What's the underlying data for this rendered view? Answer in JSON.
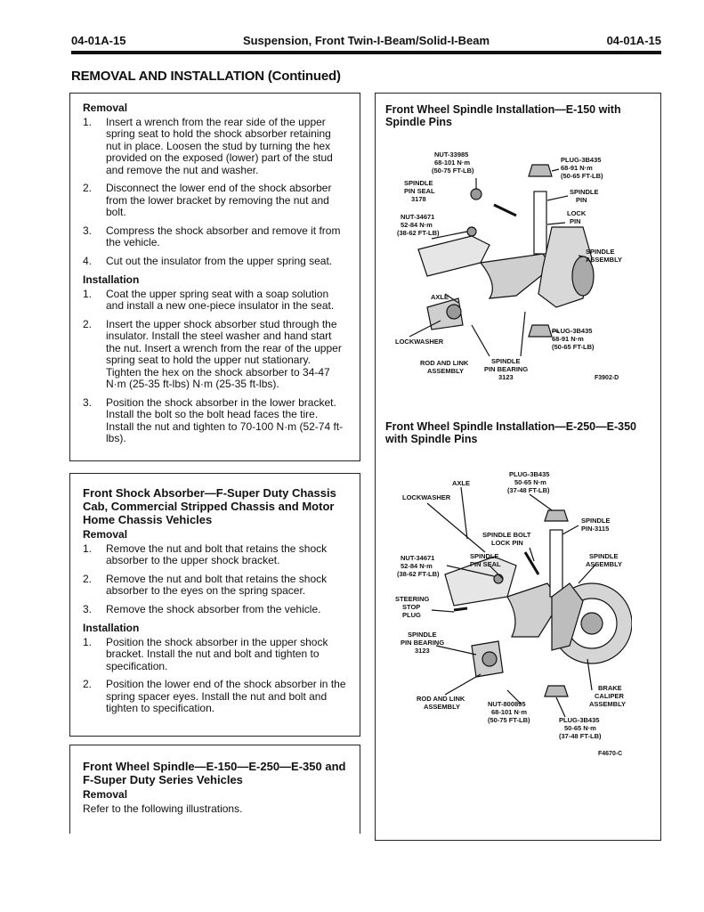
{
  "header": {
    "page_left": "04-01A-15",
    "title": "Suspension, Front Twin-I-Beam/Solid-I-Beam",
    "page_right": "04-01A-15"
  },
  "section_title": "REMOVAL AND INSTALLATION (Continued)",
  "box1": {
    "removal_heading": "Removal",
    "removal_steps": [
      {
        "num": "1.",
        "text": "Insert a wrench from the rear side of the upper spring seat to hold the shock absorber retaining nut in place. Loosen the stud by turning the hex provided on the exposed (lower) part of the stud and remove the nut and washer."
      },
      {
        "num": "2.",
        "text": "Disconnect the lower end of the shock absorber from the lower bracket by removing the nut and bolt."
      },
      {
        "num": "3.",
        "text": "Compress the shock absorber and remove it from the vehicle."
      },
      {
        "num": "4.",
        "text": "Cut out the insulator from the upper spring seat."
      }
    ],
    "installation_heading": "Installation",
    "installation_steps": [
      {
        "num": "1.",
        "text": "Coat the upper spring seat with a soap solution and install a new one-piece insulator in the seat."
      },
      {
        "num": "2.",
        "text": "Insert the upper shock absorber stud through the insulator. Install the steel washer and hand start the nut. Insert a wrench from the rear of the upper spring seat to hold the upper nut stationary. Tighten the hex on the shock absorber to 34-47 N·m (25-35 ft-lbs) N·m (25-35 ft-lbs)."
      },
      {
        "num": "3.",
        "text": "Position the shock absorber in the lower bracket. Install the bolt so the bolt head faces the tire. Install the nut and tighten to 70-100 N·m (52-74 ft-lbs)."
      }
    ]
  },
  "box2": {
    "heading": "Front Shock Absorber—F-Super Duty Chassis Cab, Commercial Stripped Chassis and Motor Home Chassis Vehicles",
    "removal_heading": "Removal",
    "removal_steps": [
      {
        "num": "1.",
        "text": "Remove the nut and bolt that retains the shock absorber to the upper shock bracket."
      },
      {
        "num": "2.",
        "text": "Remove the nut and bolt that retains the shock absorber to the eyes on the spring spacer."
      },
      {
        "num": "3.",
        "text": "Remove the shock absorber from the vehicle."
      }
    ],
    "installation_heading": "Installation",
    "installation_steps": [
      {
        "num": "1.",
        "text": "Position the shock absorber in the upper shock bracket. Install the nut and bolt and tighten to specification."
      },
      {
        "num": "2.",
        "text": "Position the lower end of the shock absorber in the spring spacer eyes. Install the nut and bolt and tighten to specification."
      }
    ]
  },
  "box3": {
    "heading": "Front Wheel Spindle—E-150—E-250—E-350 and F-Super Duty Series Vehicles",
    "removal_heading": "Removal",
    "text": "Refer to the following illustrations."
  },
  "figure1": {
    "title": "Front Wheel Spindle Installation—E-150 with Spindle Pins",
    "labels": {
      "nut1": "NUT-33985",
      "nut1_a": "68-101 N·m",
      "nut1_b": "(50-75 FT-LB)",
      "plug1": "PLUG-3B435",
      "plug1_a": "68-91 N·m",
      "plug1_b": "(50-65 FT-LB)",
      "seal_a": "SPINDLE",
      "seal_b": "PIN SEAL",
      "seal_c": "3178",
      "pin_a": "SPINDLE",
      "pin_b": "PIN",
      "lock_a": "LOCK",
      "lock_b": "PIN",
      "nut2": "NUT-34671",
      "nut2_a": "52-84 N·m",
      "nut2_b": "(38-62 FT-LB)",
      "asm_a": "SPINDLE",
      "asm_b": "ASSEMBLY",
      "axle": "AXLE",
      "lockwasher": "LOCKWASHER",
      "plug2": "PLUG-3B435",
      "plug2_a": "68-91 N·m",
      "plug2_b": "(50-65 FT-LB)",
      "rod_a": "ROD AND LINK",
      "rod_b": "ASSEMBLY",
      "brg_a": "SPINDLE",
      "brg_b": "PIN BEARING",
      "brg_c": "3123",
      "code": "F3902-D"
    }
  },
  "figure2": {
    "title": "Front Wheel Spindle Installation—E-250—E-350 with Spindle Pins",
    "labels": {
      "plug1": "PLUG-3B435",
      "plug1_a": "50-65 N·m",
      "plug1_b": "(37-48 FT-LB)",
      "axle": "AXLE",
      "lockwasher": "LOCKWASHER",
      "pinno_a": "SPINDLE",
      "pinno_b": "PIN-3115",
      "bolt_a": "SPINDLE BOLT",
      "bolt_b": "LOCK PIN",
      "nut1": "NUT-34671",
      "nut1_a": "52-84 N·m",
      "nut1_b": "(38-62 FT-LB)",
      "seal_a": "SPINDLE",
      "seal_b": "PIN SEAL",
      "asm_a": "SPINDLE",
      "asm_b": "ASSEMBLY",
      "stop_a": "STEERING",
      "stop_b": "STOP",
      "stop_c": "PLUG",
      "brg_a": "SPINDLE",
      "brg_b": "PIN BEARING",
      "brg_c": "3123",
      "rod_a": "ROD AND LINK",
      "rod_b": "ASSEMBLY",
      "nut2": "NUT-800895",
      "nut2_a": "68-101 N·m",
      "nut2_b": "(50-75 FT-LB)",
      "brake_a": "BRAKE",
      "brake_b": "CALIPER",
      "brake_c": "ASSEMBLY",
      "plug2": "PLUG-3B435",
      "plug2_a": "50-65 N·m",
      "plug2_b": "(37-48 FT-LB)",
      "code": "F4670-C"
    }
  }
}
